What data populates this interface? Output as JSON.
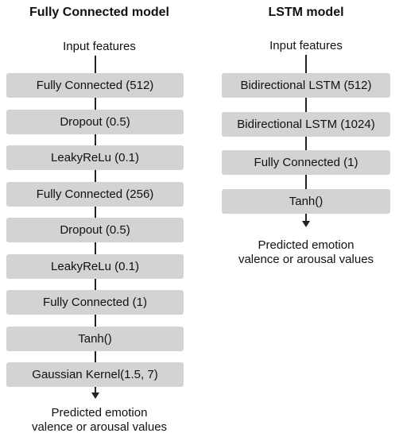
{
  "fc_model": {
    "title": "Fully Connected model",
    "input": "Input features",
    "layers": [
      "Fully Connected (512)",
      "Dropout (0.5)",
      "LeakyReLu (0.1)",
      "Fully Connected (256)",
      "Dropout (0.5)",
      "LeakyReLu (0.1)",
      "Fully Connected (1)",
      "Tanh()",
      "Gaussian Kernel(1.5, 7)"
    ],
    "output_line1": "Predicted emotion",
    "output_line2": "valence or arousal values"
  },
  "lstm_model": {
    "title": "LSTM model",
    "input": "Input features",
    "layers": [
      "Bidirectional LSTM (512)",
      "Bidirectional LSTM (1024)",
      "Fully Connected (1)",
      "Tanh()"
    ],
    "output_line1": "Predicted emotion",
    "output_line2": "valence or arousal values"
  },
  "colors": {
    "layer_box": "#d3d3d3",
    "connector": "#222222"
  }
}
